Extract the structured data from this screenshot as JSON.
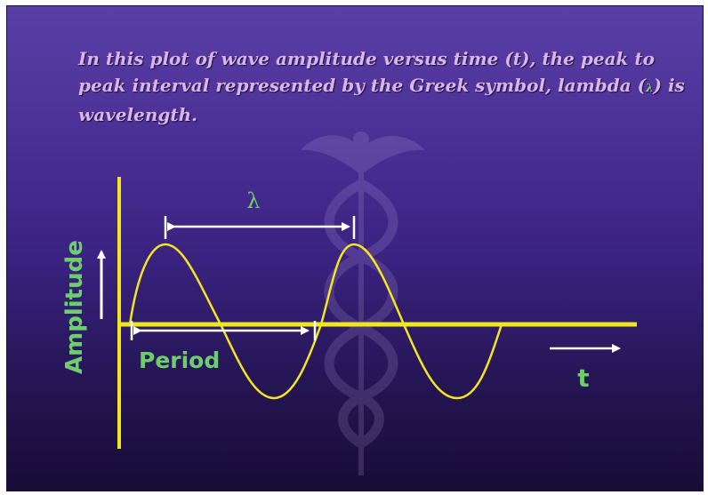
{
  "caption": {
    "before_lambda": "In this plot of wave amplitude versus time (t), the peak to peak interval represented by the Greek symbol, lambda (",
    "lambda_symbol": "λ",
    "after_lambda": ") is wavelength."
  },
  "labels": {
    "lambda": "λ",
    "amplitude": "Amplitude",
    "period": "Period",
    "time": "t"
  },
  "colors": {
    "caption_text": "#d9b6ea",
    "wave_and_axes": "#f2e61e",
    "label_green": "#6ccf6c",
    "arrows": "#ffffff"
  },
  "icons": {
    "watermark": "caduceus-watermark"
  }
}
